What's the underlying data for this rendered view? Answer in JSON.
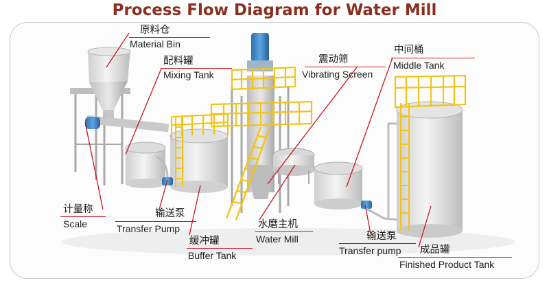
{
  "title": "Process Flow Diagram for Water Mill",
  "labels": {
    "material_bin": {
      "cn": "原料仓",
      "en": "Material  Bin"
    },
    "mixing_tank": {
      "cn": "配料罐",
      "en": "Mixing Tank"
    },
    "vibrating_screen": {
      "cn": "震动筛",
      "en": "Vibrating Screen"
    },
    "middle_tank": {
      "cn": "中间桶",
      "en": "Middle Tank"
    },
    "scale": {
      "cn": "计量称",
      "en": "Scale"
    },
    "transfer_pump_1": {
      "cn": "输送泵",
      "en": "Transfer Pump"
    },
    "buffer_tank": {
      "cn": "缓冲罐",
      "en": "Buffer Tank"
    },
    "water_mill": {
      "cn": "水磨主机",
      "en": "Water  Mill"
    },
    "transfer_pump_2": {
      "cn": "输送泵",
      "en": "Transfer pump"
    },
    "finished_product_tank": {
      "cn": "成品罐",
      "en": "Finished Product Tank"
    }
  },
  "colors": {
    "title": "#8a2f1f",
    "leader_line": "#c8161d",
    "railing": "#f2c418",
    "tank": "#e4e4e4",
    "motor": "#3f8fd0"
  }
}
